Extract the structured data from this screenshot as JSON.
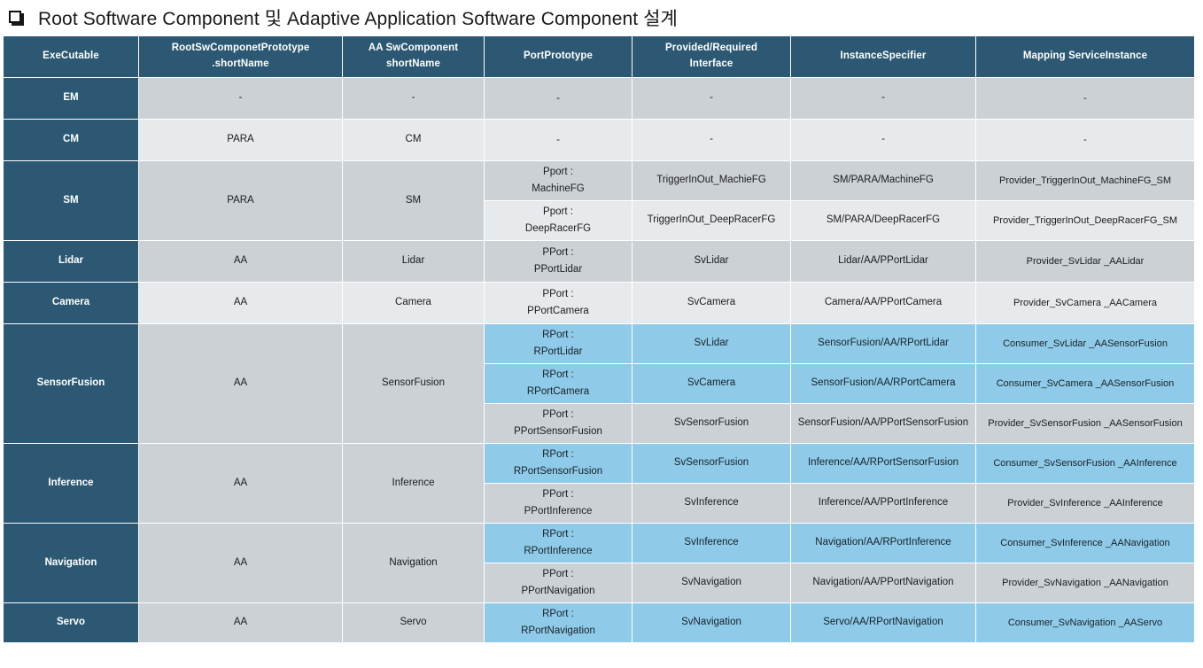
{
  "title": {
    "bullet_icon": "square-bullet-icon",
    "text": "Root Software Component 및 Adaptive Application Software Component 설계"
  },
  "colors": {
    "header_bg": "#2c5873",
    "header_fg": "#ffffff",
    "row_dark": "#ccd1d6",
    "row_light": "#e6eaed",
    "highlight_blue": "#8fcbe8"
  },
  "table": {
    "columns": [
      {
        "line1": "ExeCutable",
        "line2": ""
      },
      {
        "line1": "RootSwComponetPrototype",
        "line2": ".shortName"
      },
      {
        "line1": "AA SwComponent",
        "line2": "shortName"
      },
      {
        "line1": "PortPrototype",
        "line2": ""
      },
      {
        "line1": "Provided/Required",
        "line2": "Interface"
      },
      {
        "line1": "InstanceSpecifier",
        "line2": ""
      },
      {
        "line1": "Mapping ServiceInstance",
        "line2": ""
      }
    ],
    "rows": [
      {
        "executable": "EM",
        "root_sw": "-",
        "aa_sw": "-",
        "ports": [
          {
            "port_kind": "-",
            "port_name": "",
            "interface": "-",
            "instance_specifier": "-",
            "mapping": "-",
            "shade": "dark"
          }
        ]
      },
      {
        "executable": "CM",
        "root_sw": "PARA",
        "aa_sw": "CM",
        "ports": [
          {
            "port_kind": "-",
            "port_name": "",
            "interface": "-",
            "instance_specifier": "-",
            "mapping": "-",
            "shade": "light"
          }
        ]
      },
      {
        "executable": "SM",
        "root_sw": "PARA",
        "aa_sw": "SM",
        "ports": [
          {
            "port_kind": "Pport :",
            "port_name": "MachineFG",
            "interface": "TriggerInOut_MachieFG",
            "instance_specifier": "SM/PARA/MachineFG",
            "mapping": "Provider_TriggerInOut_MachineFG_SM",
            "shade": "dark"
          },
          {
            "port_kind": "Pport :",
            "port_name": "DeepRacerFG",
            "interface": "TriggerInOut_DeepRacerFG",
            "instance_specifier": "SM/PARA/DeepRacerFG",
            "mapping": "Provider_TriggerInOut_DeepRacerFG_SM",
            "shade": "light"
          }
        ]
      },
      {
        "executable": "Lidar",
        "root_sw": "AA",
        "aa_sw": "Lidar",
        "ports": [
          {
            "port_kind": "PPort :",
            "port_name": "PPortLidar",
            "interface": "SvLidar",
            "instance_specifier": "Lidar/AA/PPortLidar",
            "mapping": "Provider_SvLidar _AALidar",
            "shade": "dark"
          }
        ]
      },
      {
        "executable": "Camera",
        "root_sw": "AA",
        "aa_sw": "Camera",
        "ports": [
          {
            "port_kind": "PPort :",
            "port_name": "PPortCamera",
            "interface": "SvCamera",
            "instance_specifier": "Camera/AA/PPortCamera",
            "mapping": "Provider_SvCamera _AACamera",
            "shade": "light"
          }
        ]
      },
      {
        "executable": "SensorFusion",
        "root_sw": "AA",
        "aa_sw": "SensorFusion",
        "ports": [
          {
            "port_kind": "RPort :",
            "port_name": "RPortLidar",
            "interface": "SvLidar",
            "instance_specifier": "SensorFusion/AA/RPortLidar",
            "mapping": "Consumer_SvLidar _AASensorFusion",
            "shade": "blue"
          },
          {
            "port_kind": "RPort :",
            "port_name": "RPortCamera",
            "interface": "SvCamera",
            "instance_specifier": "SensorFusion/AA/RPortCamera",
            "mapping": "Consumer_SvCamera _AASensorFusion",
            "shade": "blue"
          },
          {
            "port_kind": "PPort :",
            "port_name": "PPortSensorFusion",
            "interface": "SvSensorFusion",
            "instance_specifier": "SensorFusion/AA/PPortSensorFusion",
            "mapping": "Provider_SvSensorFusion _AASensorFusion",
            "shade": "dark"
          }
        ]
      },
      {
        "executable": "Inference",
        "root_sw": "AA",
        "aa_sw": "Inference",
        "ports": [
          {
            "port_kind": "RPort :",
            "port_name": "RPortSensorFusion",
            "interface": "SvSensorFusion",
            "instance_specifier": "Inference/AA/RPortSensorFusion",
            "mapping": "Consumer_SvSensorFusion _AAInference",
            "shade": "blue"
          },
          {
            "port_kind": "PPort :",
            "port_name": "PPortInference",
            "interface": "SvInference",
            "instance_specifier": "Inference/AA/PPortInference",
            "mapping": "Provider_SvInference _AAInference",
            "shade": "dark"
          }
        ]
      },
      {
        "executable": "Navigation",
        "root_sw": "AA",
        "aa_sw": "Navigation",
        "ports": [
          {
            "port_kind": "RPort :",
            "port_name": "RPortInference",
            "interface": "SvInference",
            "instance_specifier": "Navigation/AA/RPortInference",
            "mapping": "Consumer_SvInference _AANavigation",
            "shade": "blue"
          },
          {
            "port_kind": "PPort :",
            "port_name": "PPortNavigation",
            "interface": "SvNavigation",
            "instance_specifier": "Navigation/AA/PPortNavigation",
            "mapping": "Provider_SvNavigation _AANavigation",
            "shade": "dark"
          }
        ]
      },
      {
        "executable": "Servo",
        "root_sw": "AA",
        "aa_sw": "Servo",
        "ports": [
          {
            "port_kind": "RPort :",
            "port_name": "RPortNavigation",
            "interface": "SvNavigation",
            "instance_specifier": "Servo/AA/RPortNavigation",
            "mapping": "Consumer_SvNavigation _AAServo",
            "shade": "blue"
          }
        ]
      }
    ]
  }
}
